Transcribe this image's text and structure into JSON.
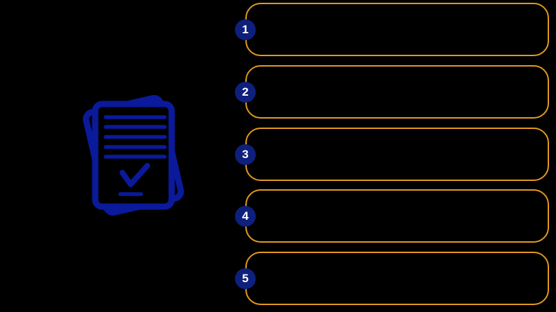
{
  "page": {
    "background_color": "#000000",
    "description": "Five-step checklist infographic"
  },
  "colors": {
    "accent_orange": "#e39a1e",
    "icon_blue": "#0a1a9b",
    "circle_blue": "#0e1f7c",
    "number_text": "#ffffff"
  },
  "icon": {
    "name": "checklist-documents-icon"
  },
  "steps": [
    {
      "number": "1",
      "label": ""
    },
    {
      "number": "2",
      "label": ""
    },
    {
      "number": "3",
      "label": ""
    },
    {
      "number": "4",
      "label": ""
    },
    {
      "number": "5",
      "label": ""
    }
  ]
}
